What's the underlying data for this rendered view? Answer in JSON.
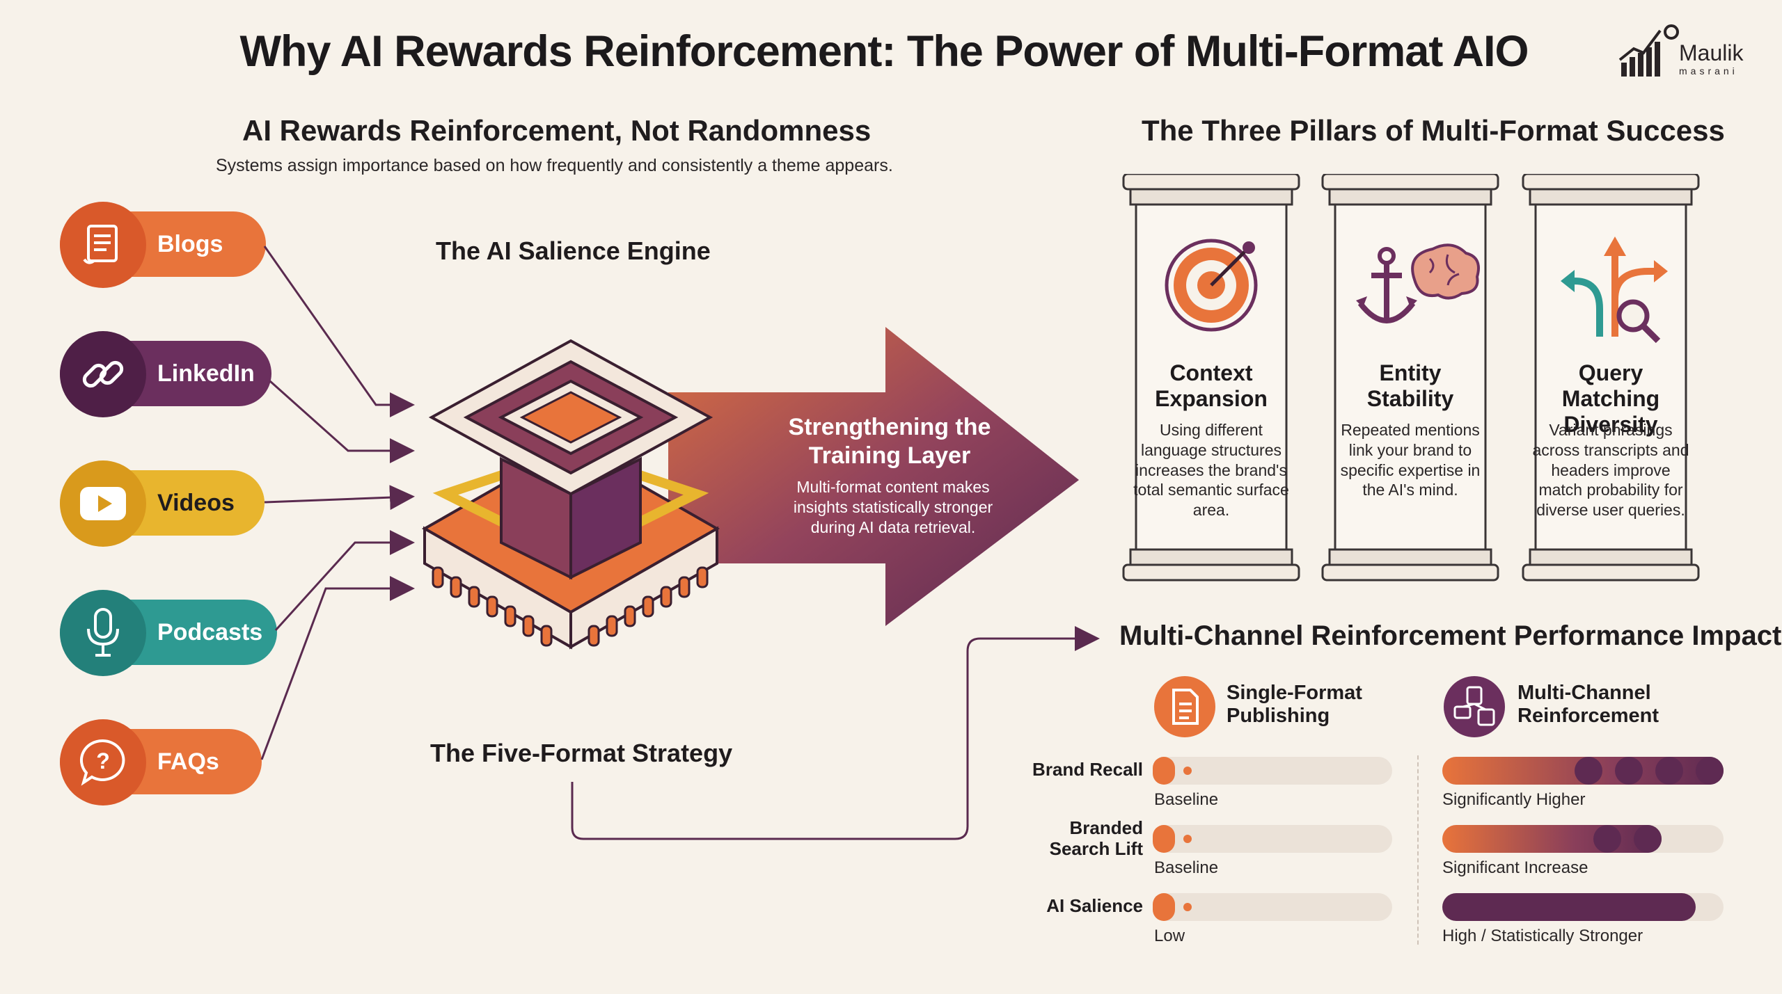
{
  "title": "Why AI Rewards Reinforcement: The Power of Multi-Format AIO",
  "logo": {
    "name": "Maulik",
    "sub": "masrani"
  },
  "left": {
    "heading": "AI Rewards Reinforcement, Not Randomness",
    "subheading": "Systems assign importance based on how frequently and consistently a theme appears.",
    "formats": [
      {
        "label": "Blogs",
        "icon": "scroll-document-icon",
        "color": "#e8743b"
      },
      {
        "label": "LinkedIn",
        "icon": "link-icon",
        "color": "#6b2f5e"
      },
      {
        "label": "Videos",
        "icon": "play-button-icon",
        "color": "#e8b52e"
      },
      {
        "label": "Podcasts",
        "icon": "microphone-icon",
        "color": "#2e9a92"
      },
      {
        "label": "FAQs",
        "icon": "question-bubble-icon",
        "color": "#e8743b"
      }
    ],
    "engine_label": "The AI Salience Engine",
    "strategy_label": "The Five-Format Strategy"
  },
  "arrow": {
    "heading": "Strengthening the Training Layer",
    "body": "Multi-format content makes insights statistically stronger during AI data retrieval."
  },
  "pillars": {
    "heading": "The Three Pillars of Multi-Format Success",
    "items": [
      {
        "title": "Context Expansion",
        "desc": "Using different language structures increases the brand's total semantic surface area.",
        "icon": "target-icon"
      },
      {
        "title": "Entity Stability",
        "desc": "Repeated mentions link your brand to specific expertise in the AI's mind.",
        "icon": "anchor-brain-icon"
      },
      {
        "title": "Query Matching Diversity",
        "desc": "Variant phrasings across transcripts and headers improve match probability for diverse user queries.",
        "icon": "branching-arrows-search-icon"
      }
    ]
  },
  "impact": {
    "heading": "Multi-Channel Reinforcement Performance Impact",
    "legend_single": "Single-Format Publishing",
    "legend_multi": "Multi-Channel Reinforcement",
    "rows": [
      {
        "label": "Brand Recall",
        "single": "Baseline",
        "multi": "Significantly Higher",
        "single_level": 0.05,
        "multi_level": 1.0
      },
      {
        "label": "Branded Search Lift",
        "single": "Baseline",
        "multi": "Significant Increase",
        "single_level": 0.04,
        "multi_level": 0.78
      },
      {
        "label": "AI Salience",
        "single": "Low",
        "multi": "High / Statistically Stronger",
        "single_level": 0.05,
        "multi_level": 0.9
      }
    ]
  },
  "colors": {
    "orange": "#e8743b",
    "plum": "#5e2a52",
    "yellow": "#e8b52e",
    "teal": "#2e9a92",
    "track": "#ebe2d8"
  }
}
